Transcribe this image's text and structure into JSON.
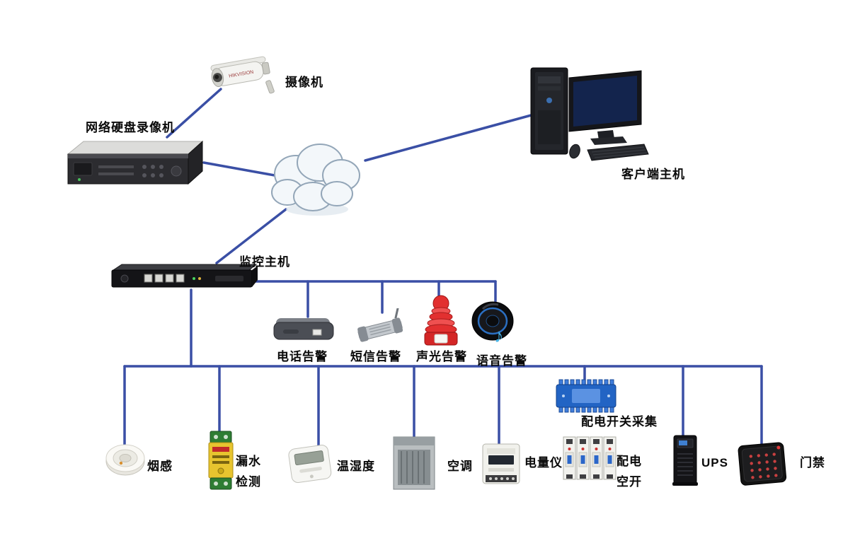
{
  "colors": {
    "connector": "#3a4fa5",
    "background": "#ffffff"
  },
  "icons": {
    "music_note": "♪"
  },
  "nodes": {
    "camera": {
      "label": "摄像机",
      "brand": "HIKVISION"
    },
    "nvr": {
      "label": "网络硬盘录像机"
    },
    "client_host": {
      "label": "客户端主机"
    },
    "monitor_host": {
      "label": "监控主机"
    },
    "phone_alarm": {
      "label": "电话告警"
    },
    "sms_alarm": {
      "label": "短信告警"
    },
    "sound_light_alarm": {
      "label": "声光告警"
    },
    "voice_alarm": {
      "label": "语音告警"
    },
    "smoke_sensor": {
      "label": "烟感"
    },
    "water_leak": {
      "line1": "漏水",
      "line2": "检测"
    },
    "temp_humidity": {
      "label": "温湿度"
    },
    "air_conditioner": {
      "label": "空调"
    },
    "power_meter": {
      "label": "电量仪"
    },
    "switch_collector": {
      "label": "配电开关采集"
    },
    "breaker": {
      "line1": "配电",
      "line2": "空开"
    },
    "ups": {
      "label": "UPS"
    },
    "door_access": {
      "label": "门禁"
    }
  }
}
